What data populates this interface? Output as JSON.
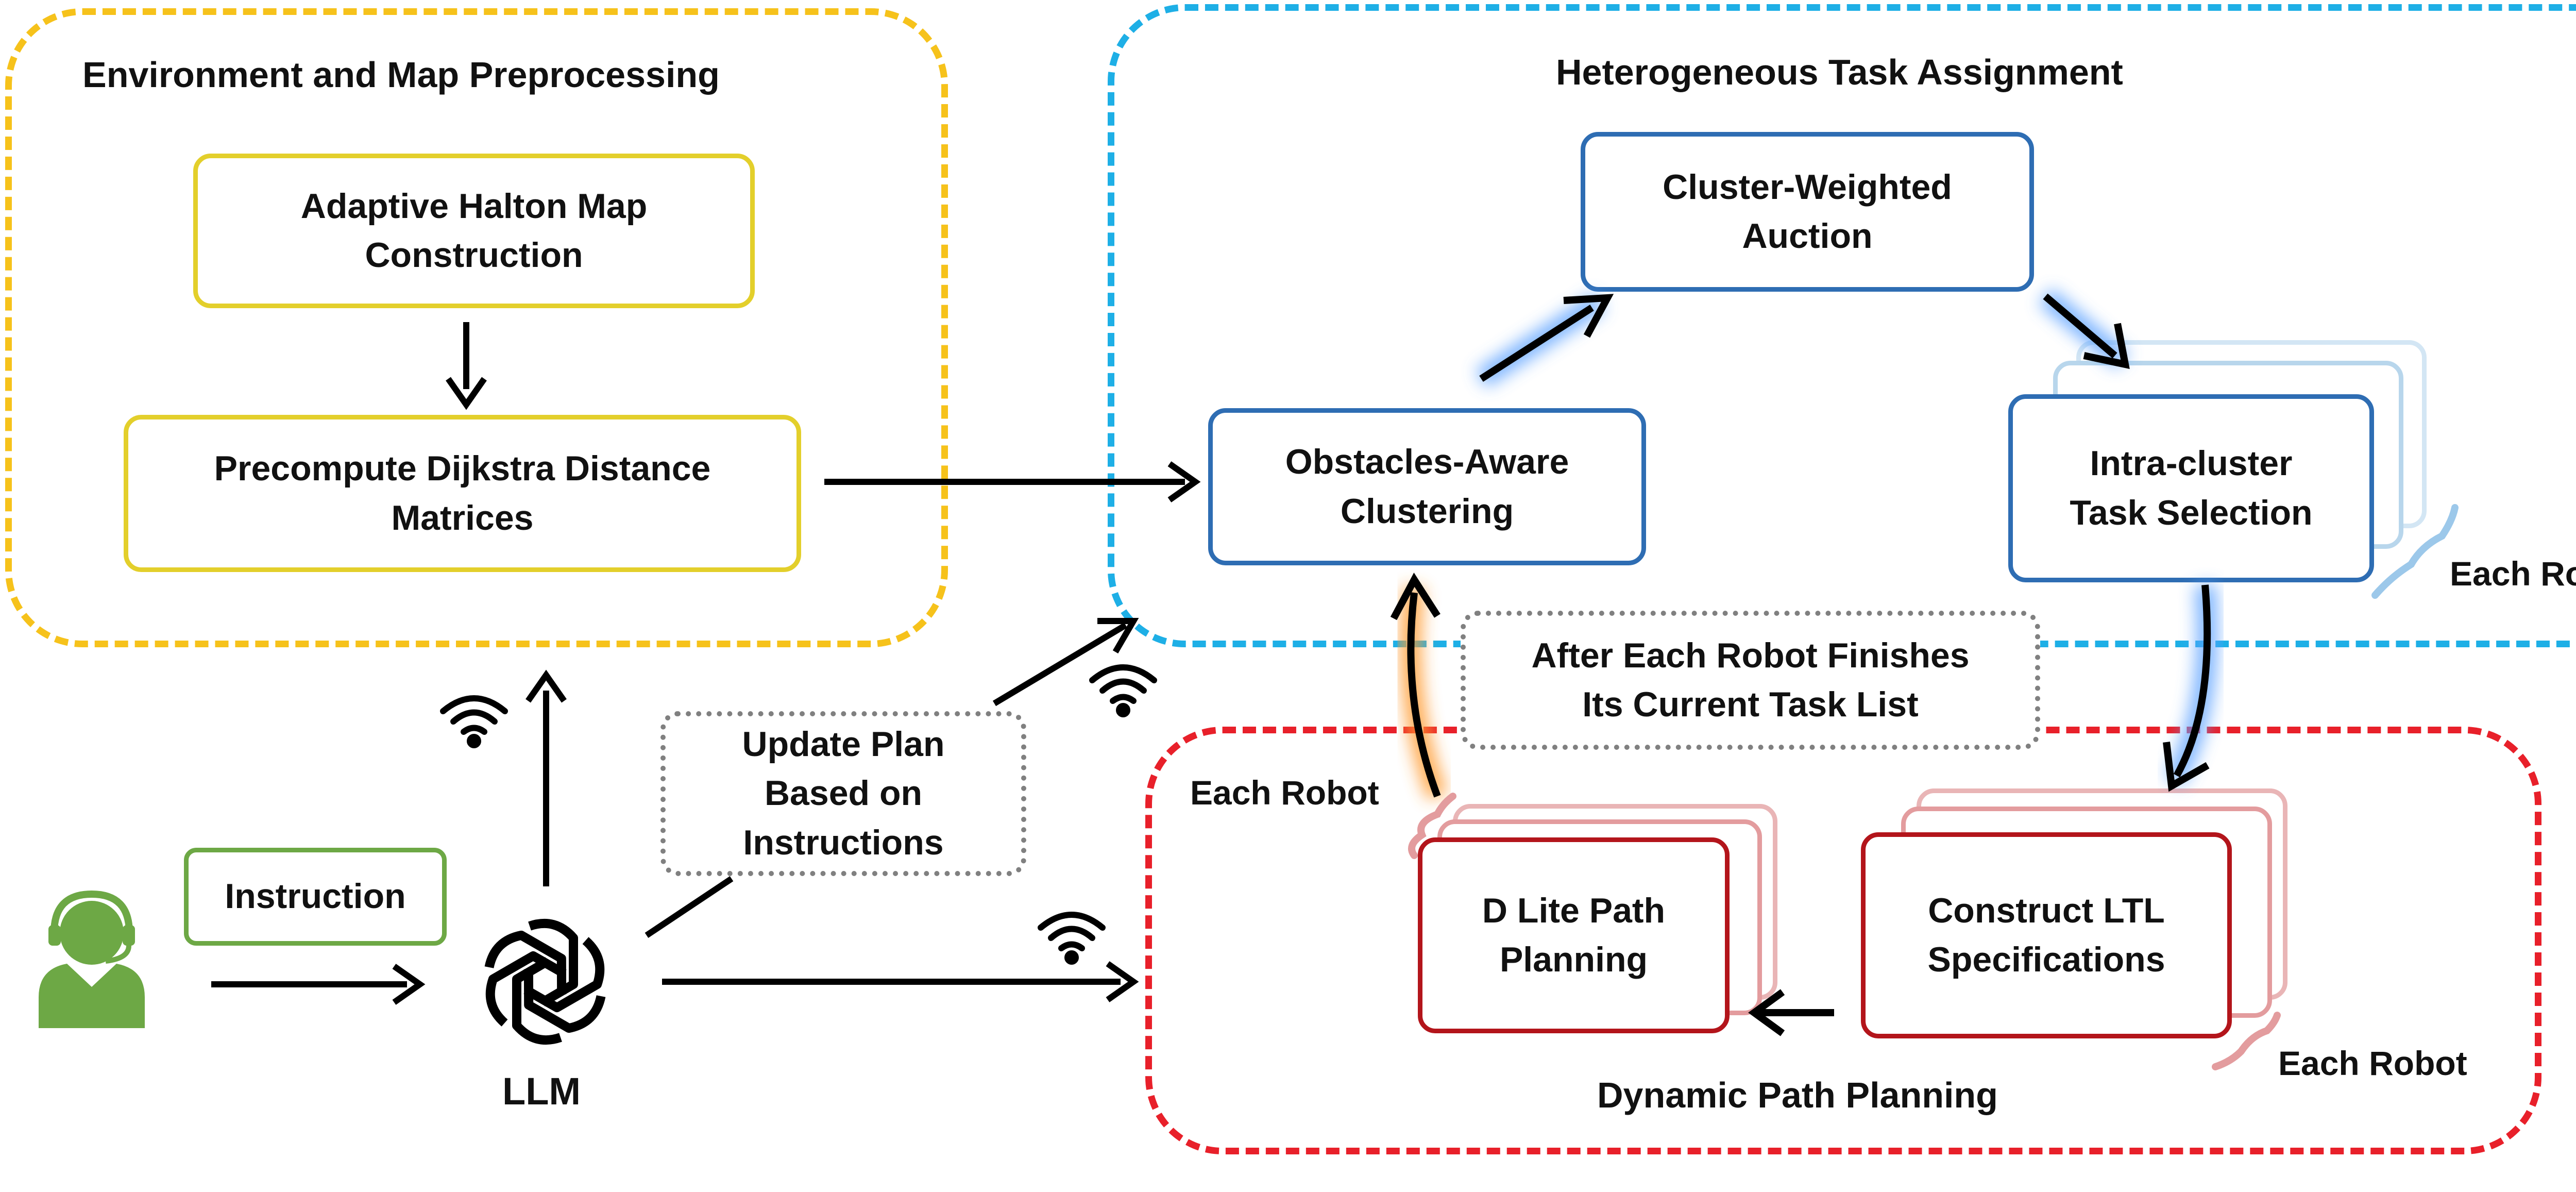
{
  "regions": {
    "env": {
      "title": "Environment and Map Preprocessing",
      "color": "#F6C21B"
    },
    "hta": {
      "title": "Heterogeneous Task Assignment",
      "color": "#1EAFE6"
    },
    "dpp": {
      "title": "Dynamic Path Planning",
      "color": "#E8202A"
    }
  },
  "nodes": {
    "halton": "Adaptive Halton Map\nConstruction",
    "dijkstra": "Precompute Dijkstra Distance\nMatrices",
    "clustering": "Obstacles-Aware\nClustering",
    "auction": "Cluster-Weighted\nAuction",
    "intra": "Intra-cluster\nTask Selection",
    "dlite": "D Lite Path\nPlanning",
    "ltl": "Construct LTL\nSpecifications",
    "instruction": "Instruction",
    "update_plan": "Update Plan\nBased on\nInstructions",
    "after_each": "After Each Robot Finishes\nIts Current Task List"
  },
  "labels": {
    "each_robot_intra": "Each Robot",
    "each_robot_dlite": "Each Robot",
    "each_robot_ltl": "Each Robot",
    "llm": "LLM"
  },
  "icons": {
    "user": "user-headset-icon",
    "llm": "openai-logo-icon",
    "wifi": "wifi-icon"
  },
  "colors": {
    "yellow_box": "#E3CF2B",
    "blue_box": "#2E6DB3",
    "red_box": "#B3151B",
    "red_stack": "#E39C9E",
    "blue_stack": "#B8D6EC",
    "green": "#6DA845",
    "gray_dotted": "#808080"
  }
}
